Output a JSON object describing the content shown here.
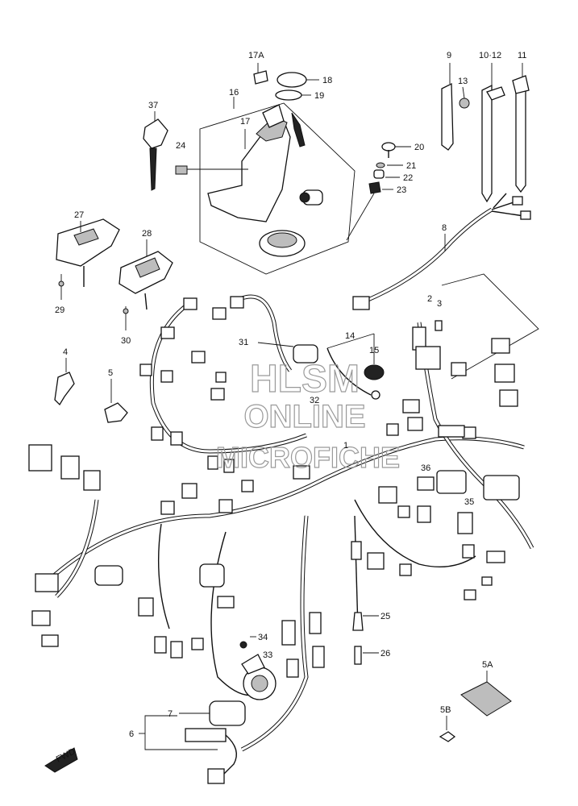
{
  "callouts": {
    "c17a": "17A",
    "c18": "18",
    "c19": "19",
    "c16": "16",
    "c17": "17",
    "c37": "37",
    "c24": "24",
    "c9": "9",
    "c1012": "10·12",
    "c11": "11",
    "c13": "13",
    "c20": "20",
    "c21": "21",
    "c22": "22",
    "c23": "23",
    "c27": "27",
    "c28": "28",
    "c29": "29",
    "c30": "30",
    "c8": "8",
    "c2": "2",
    "c3": "3",
    "c31": "31",
    "c14": "14",
    "c15": "15",
    "c4": "4",
    "c5": "5",
    "c32": "32",
    "c1": "1",
    "c36": "36",
    "c35": "35",
    "c25": "25",
    "c34": "34",
    "c33": "33",
    "c26": "26",
    "c5a": "5A",
    "c7": "7",
    "c6": "6",
    "c5b": "5B"
  },
  "watermark": {
    "line1": "HLSM",
    "line2": "ONLINE",
    "line3": "MICROFICHE"
  },
  "fwd_label": "FWD",
  "colors": {
    "line": "#111111",
    "watermark": "#9a9a9a",
    "background": "#ffffff"
  }
}
